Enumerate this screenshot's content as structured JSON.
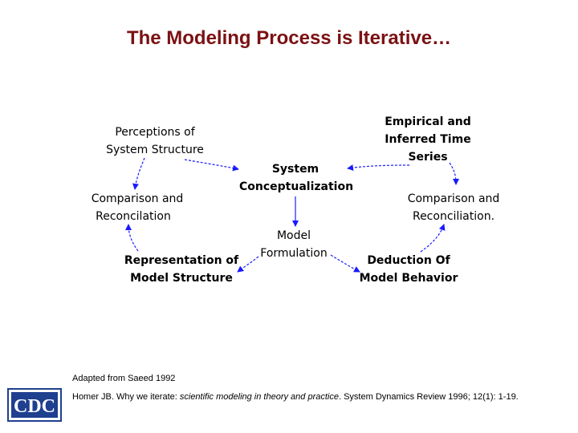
{
  "title": "The Modeling Process is Iterative…",
  "nodes": {
    "perceptions": [
      "Perceptions of",
      "System Structure"
    ],
    "empirical": [
      "Empirical and",
      "Inferred Time",
      "Series"
    ],
    "system_conceptualization": [
      "System",
      "Conceptualization"
    ],
    "comparison_left": [
      "Comparison and",
      "Reconcilation"
    ],
    "comparison_right": [
      "Comparison and",
      "Reconciliation."
    ],
    "model_formulation": [
      "Model",
      "Formulation"
    ],
    "representation": [
      "Representation of",
      "Model Structure"
    ],
    "deduction": [
      "Deduction Of",
      "Model Behavior"
    ]
  },
  "footer": {
    "adapted": "Adapted from Saeed 1992",
    "citation_author": "Homer JB. Why we iterate: ",
    "citation_title": "scientific modeling in theory and practice",
    "citation_rest": ". System Dynamics Review 1996; 12(1): 1-19."
  },
  "logo": {
    "text": "CDC",
    "color": "#1f3f8f"
  },
  "colors": {
    "title": "#7b1113",
    "arrow": "#1a1aff"
  }
}
